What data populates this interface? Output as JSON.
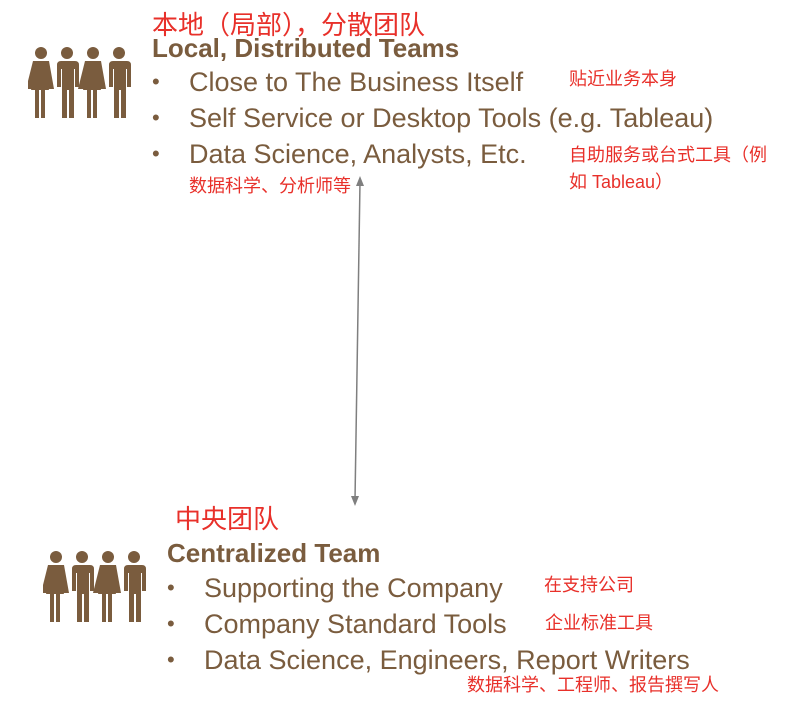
{
  "top": {
    "cn_title": "本地（局部），分散团队",
    "en_title": "Local, Distributed Teams",
    "bullets": [
      {
        "text": "Close to The Business Itself",
        "cn": "贴近业务本身"
      },
      {
        "text": "Self Service or Desktop Tools (e.g. Tableau)",
        "cn_line1": "自助服务或台式工具（例",
        "cn_line2": "如 Tableau）"
      },
      {
        "text": "Data Science, Analysts, Etc.",
        "cn": "数据科学、分析师等"
      }
    ],
    "icon": "people-group-icon"
  },
  "bottom": {
    "cn_title": "中央团队",
    "en_title": "Centralized Team",
    "bullets": [
      {
        "text": "Supporting the Company",
        "cn": "在支持公司"
      },
      {
        "text": "Company Standard Tools",
        "cn": "企业标准工具"
      },
      {
        "text": "Data Science, Engineers, Report Writers",
        "cn": "数据科学、工程师、报告撰写人"
      }
    ],
    "icon": "people-group-icon"
  },
  "colors": {
    "brown": "#7a5c3e",
    "red": "#e8302a",
    "arrow": "#7f7f7f"
  }
}
